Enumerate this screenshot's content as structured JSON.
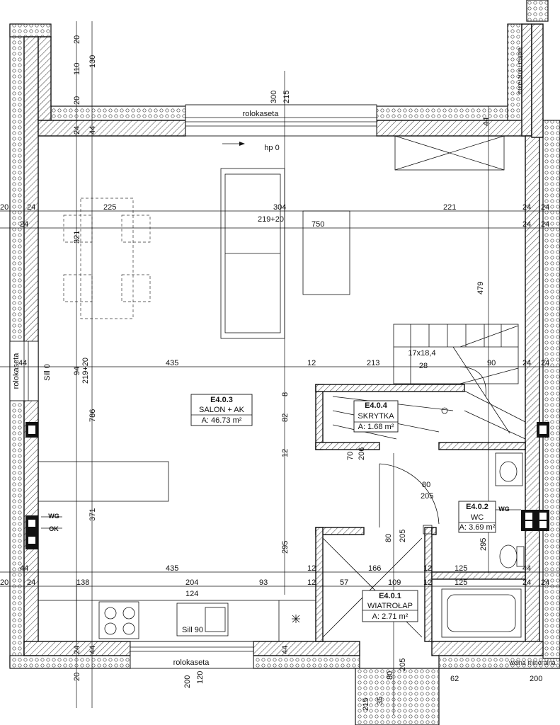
{
  "rooms": [
    {
      "id": "E4.0.3",
      "name": "SALON + AK",
      "area": "A: 46.73 m²"
    },
    {
      "id": "E4.0.4",
      "name": "SKRYTKA",
      "area": "A: 1.68 m²"
    },
    {
      "id": "E4.0.2",
      "name": "WC",
      "area": "A: 3.69 m²"
    },
    {
      "id": "E4.0.1",
      "name": "WIATROŁAP",
      "area": "A: 2.71 m²"
    }
  ],
  "labels": {
    "rolokaseta_top": "rolokaseta",
    "rolokaseta_bottom": "rolokaseta",
    "rolokaseta_left": "rolokaseta",
    "hp": "hp 0",
    "sill_left": "Sill 0",
    "sill_bottom": "Sill 90",
    "welna_top": "wełna mineralna",
    "welna_bottom": "wełna mineralna",
    "stairs": "17x18,4",
    "stairs2": "28",
    "wg1": "WG",
    "ok": "OK",
    "wg2": "WG"
  },
  "dims": {
    "top_20a": "20",
    "top_110": "110",
    "top_130": "130",
    "top_20b": "20",
    "top_300": "300",
    "top_215": "215",
    "top_24": "24",
    "top_44": "44",
    "top_44r": "44",
    "r1_20": "20",
    "r1_24": "24",
    "r1_225": "225",
    "r1_304": "304",
    "r1_221": "221",
    "r1_24b": "24",
    "r1_24c": "24",
    "r2_24": "24",
    "r2_21920": "219+20",
    "r2_750": "750",
    "r2_24b": "24",
    "r2_24c": "24",
    "v_321": "321",
    "v_479": "479",
    "r3_44": "44",
    "r3_435": "435",
    "r3_12": "12",
    "r3_213": "213",
    "r3_90": "90",
    "r3_24": "24",
    "r3_24b": "24",
    "v_94": "94",
    "v_21920": "219+20",
    "v_786": "786",
    "v_8": "8",
    "v_82": "82",
    "v_12": "12",
    "v_70": "70",
    "v_206": "206",
    "door_80": "80",
    "door_205": "205",
    "v_371": "371",
    "v_80": "80",
    "v_205": "205",
    "v_295a": "295",
    "v_295b": "295",
    "r4_44": "44",
    "r4_435": "435",
    "r4_12": "12",
    "r4_166": "166",
    "r4_12b": "12",
    "r4_125": "125",
    "r4_44b": "44",
    "r5_20": "20",
    "r5_24": "24",
    "r5_138": "138",
    "r5_204": "204",
    "r5_93": "93",
    "r5_12": "12",
    "r5_57": "57",
    "r5_109": "109",
    "r5_12b": "12",
    "r5_125": "125",
    "r5_24b": "24",
    "r5_24c": "24",
    "r6_124": "124",
    "b_24": "24",
    "b_44": "44",
    "b_44r": "44",
    "b_20": "20",
    "b_200": "200",
    "b_120": "120",
    "b_205": "205",
    "b_80": "80",
    "b_215": "215",
    "b_35": "35",
    "b_62": "62",
    "b_200r": "200"
  }
}
